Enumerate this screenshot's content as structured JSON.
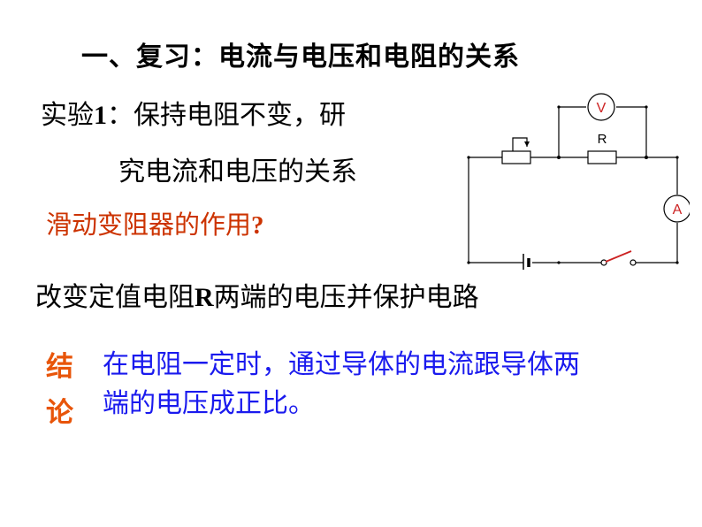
{
  "title": "一、复习：电流与电压和电阻的关系",
  "experiment": {
    "line1_prefix": "实验",
    "line1_num": "1",
    "line1_rest": "：保持电阻不变，研",
    "line2": "究电流和电压的关系"
  },
  "rheostat_question": {
    "text": "滑动变阻器的作用",
    "mark": "?"
  },
  "rheostat_answer": {
    "prefix": "改变定值电阻",
    "letter": "R",
    "suffix": "两端的电压并保护电路"
  },
  "conclusion": {
    "tag_char_1": "结",
    "tag_char_2": "论",
    "line1": "在电阻一定时，通过导体的电流跟导体两",
    "line2": "端的电压成正比。"
  },
  "circuit": {
    "voltmeter_label": "V",
    "ammeter_label": "A",
    "resistor_label": "R",
    "meter_color": "#cc2222",
    "wire_color": "#000000"
  }
}
